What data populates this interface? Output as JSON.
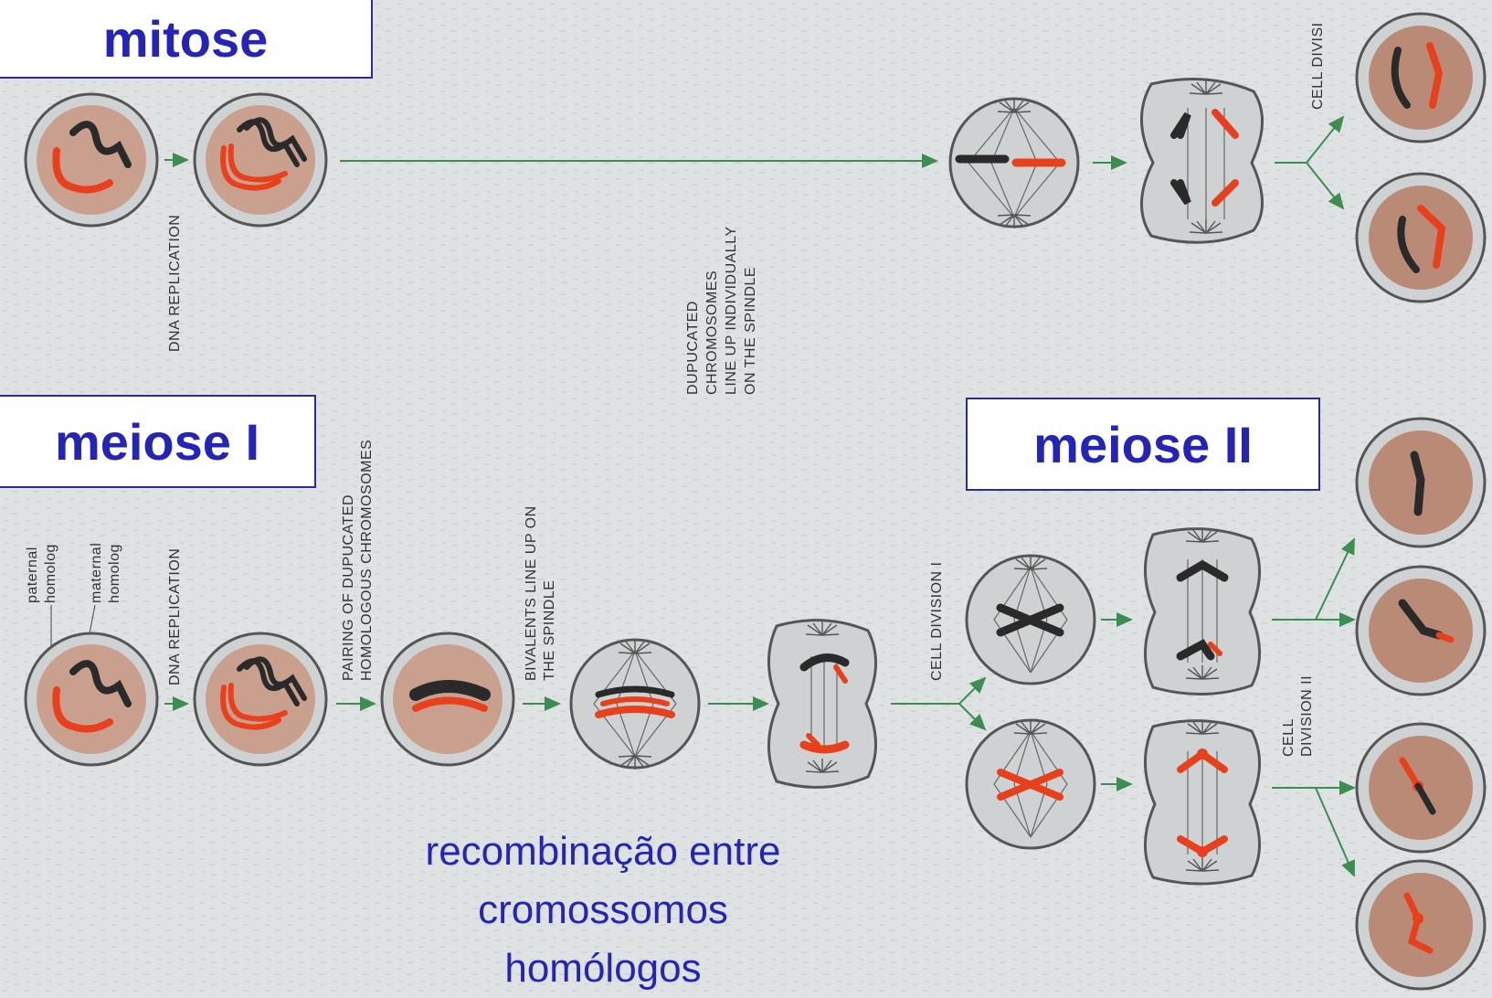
{
  "titles": {
    "mitose": "mitose",
    "meiose1": "meiose I",
    "meiose2": "meiose II"
  },
  "labels": {
    "dna_replication_mitosis": "DNA REPLICATION",
    "line_up_1": "DUPUCATED",
    "line_up_2": "CHROMOSOMES",
    "line_up_3": "LINE UP INDIVIDUALLY",
    "line_up_4": "ON THE SPINDLE",
    "cell_division_mitosis": "CELL DIVISI",
    "paternal_homolog_1": "paternal",
    "paternal_homolog_2": "homolog",
    "maternal_homolog_1": "maternal",
    "maternal_homolog_2": "homolog",
    "dna_replication_meiosis": "DNA REPLICATION",
    "pairing_1": "PAIRING OF DUPUCATED",
    "pairing_2": "HOMOLOGOUS CHROMOSOMES",
    "bivalents_1": "BIVALENTS LINE UP ON",
    "bivalents_2": "THE SPINDLE",
    "cell_division_1": "CELL DIVISION I",
    "cell_division_2_a": "CELL",
    "cell_division_2_b": "DIVISION II"
  },
  "note": {
    "line1": "recombinação entre",
    "line2": "cromossomos",
    "line3": "homólogos"
  },
  "colors": {
    "title_text": "#2424b8",
    "maternal": "#e8401c",
    "paternal": "#2a2a2a",
    "arrow": "#3d8c52",
    "nucleus": "#c9a08e",
    "cell": "#cfd2d3"
  }
}
